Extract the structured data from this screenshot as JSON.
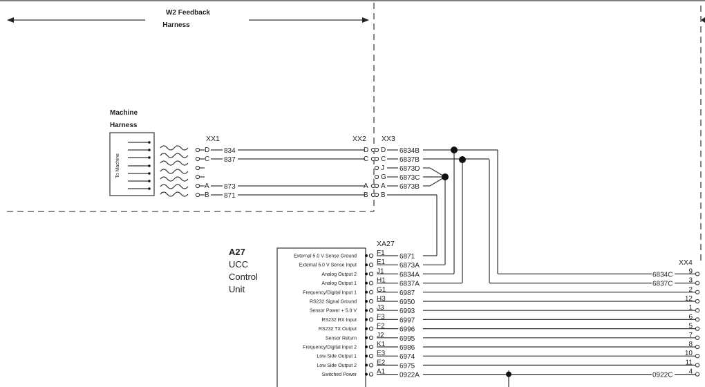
{
  "feedback_harness": {
    "line1": "W2 Feedback",
    "line2": "Harness"
  },
  "machine_harness": {
    "line1": "Machine",
    "line2": "Harness",
    "to_machine": "To Machine"
  },
  "connectors": {
    "xx1": "XX1",
    "xx2": "XX2",
    "xx3": "XX3",
    "xa27": "XA27",
    "xx4": "XX4"
  },
  "a27": {
    "ref": "A27",
    "line1": "UCC",
    "line2": "Control",
    "line3": "Unit"
  },
  "xx1_pins": [
    "D",
    "C",
    "A",
    "B"
  ],
  "xx1_wires": [
    "834",
    "837",
    "873",
    "871"
  ],
  "xx2_pins": [
    "D",
    "C",
    "A",
    "B"
  ],
  "xx3_pins": [
    "D",
    "C",
    "J",
    "G",
    "A",
    "B"
  ],
  "xx3_wires": [
    "6834B",
    "6837B",
    "6873D",
    "6873C",
    "6873B"
  ],
  "a27_rows": [
    {
      "label": "External 5.0 V Sense Ground",
      "pin": "F1",
      "wire": "6871",
      "xx4_wire": "",
      "xx4_pin": ""
    },
    {
      "label": "External 5.0 V Sense Input",
      "pin": "E1",
      "wire": "6873A",
      "xx4_wire": "",
      "xx4_pin": ""
    },
    {
      "label": "Analog Output 2",
      "pin": "J1",
      "wire": "6834A",
      "xx4_wire": "6834C",
      "xx4_pin": "9"
    },
    {
      "label": "Analog Output 1",
      "pin": "H1",
      "wire": "6837A",
      "xx4_wire": "6837C",
      "xx4_pin": "3"
    },
    {
      "label": "Frequency/Digital Input 1",
      "pin": "G1",
      "wire": "6987",
      "xx4_wire": "",
      "xx4_pin": "2"
    },
    {
      "label": "RS232 Signal Ground",
      "pin": "H3",
      "wire": "6950",
      "xx4_wire": "",
      "xx4_pin": "12"
    },
    {
      "label": "Sensor Power + 5.0 V",
      "pin": "J3",
      "wire": "6993",
      "xx4_wire": "",
      "xx4_pin": "1"
    },
    {
      "label": "RS232 RX Input",
      "pin": "F3",
      "wire": "6997",
      "xx4_wire": "",
      "xx4_pin": "6"
    },
    {
      "label": "RS232 TX Output",
      "pin": "F2",
      "wire": "6996",
      "xx4_wire": "",
      "xx4_pin": "5"
    },
    {
      "label": "Sensor Return",
      "pin": "J2",
      "wire": "6995",
      "xx4_wire": "",
      "xx4_pin": "7"
    },
    {
      "label": "Frequency/Digital Input 2",
      "pin": "K1",
      "wire": "6986",
      "xx4_wire": "",
      "xx4_pin": "8"
    },
    {
      "label": "Low Side Output 1",
      "pin": "E3",
      "wire": "6974",
      "xx4_wire": "",
      "xx4_pin": "10"
    },
    {
      "label": "Low Side Output 2",
      "pin": "E2",
      "wire": "6975",
      "xx4_wire": "",
      "xx4_pin": "11"
    },
    {
      "label": "Switched Power",
      "pin": "A1",
      "wire": "0922A",
      "xx4_wire": "0922C",
      "xx4_pin": "4"
    }
  ]
}
